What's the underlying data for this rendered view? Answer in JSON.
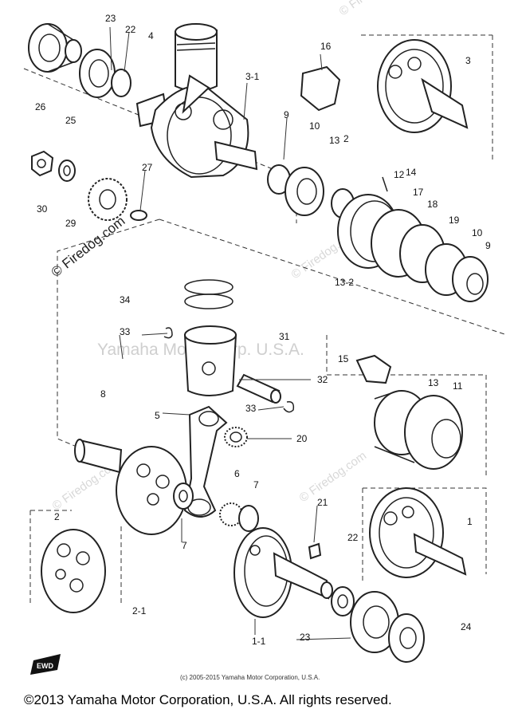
{
  "watermarks": {
    "firedog_main": "© Firedog.com",
    "firedog_faint": "© Firedog.com",
    "yamaha": "Yamaha Motor Corp. U.S.A."
  },
  "labels": [
    "23",
    "22",
    "4",
    "26",
    "25",
    "3-1",
    "16",
    "3",
    "9",
    "10",
    "13",
    "2",
    "14",
    "12",
    "17",
    "18",
    "19",
    "10",
    "9",
    "27",
    "30",
    "29",
    "13-2",
    "34",
    "33",
    "31",
    "32",
    "15",
    "13",
    "11",
    "8",
    "5",
    "33",
    "20",
    "6",
    "7",
    "21",
    "22",
    "1",
    "2",
    "7",
    "2-1",
    "1-1",
    "23",
    "24"
  ],
  "footer": {
    "small": "(c) 2005-2015 Yamaha Motor Corporation, U.S.A.",
    "copyright": "©2013 Yamaha Motor Corporation, U.S.A. All rights reserved."
  },
  "logo_text": "EWD"
}
